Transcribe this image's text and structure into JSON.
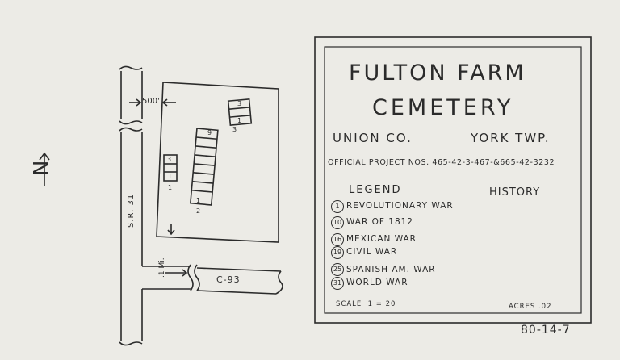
{
  "map": {
    "north_label": "N",
    "road_label": "S.R. 31",
    "county_road_label": "C-93",
    "setback_label": "500'",
    "distance_label": ".1 Mi.",
    "sections": [
      {
        "label": "1",
        "top_number": "3",
        "bottom_number": "1"
      },
      {
        "label": "2",
        "top_number": "9",
        "bottom_number": "1"
      },
      {
        "label": "3",
        "top_number": "3",
        "bottom_number": "1"
      }
    ]
  },
  "title_block": {
    "title_line1": "FULTON FARM",
    "title_line2": "CEMETERY",
    "county": "UNION CO.",
    "township": "YORK TWP.",
    "project_nos": "OFFICIAL PROJECT NOS. 465-42-3-467-&665-42-3232",
    "legend_heading": "LEGEND",
    "history_heading": "HISTORY",
    "legend": [
      {
        "number": "1",
        "label": "REVOLUTIONARY WAR"
      },
      {
        "number": "10",
        "label": "WAR OF 1812"
      },
      {
        "number": "16",
        "label": "MEXICAN WAR"
      },
      {
        "number": "19",
        "label": "CIVIL WAR"
      },
      {
        "number": "25",
        "label": "SPANISH AM. WAR"
      },
      {
        "number": "31",
        "label": "WORLD WAR"
      }
    ],
    "scale": "SCALE  1 = 20",
    "acres": "ACRES .02"
  },
  "drawing_number": "80-14-7"
}
